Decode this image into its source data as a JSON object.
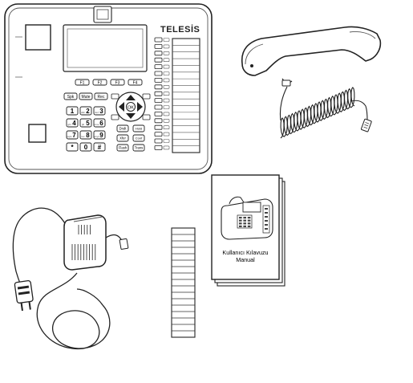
{
  "phone": {
    "brand": "TELESİS",
    "function_keys": [
      "F1",
      "F2",
      "F3",
      "F4"
    ],
    "left_keys": [
      "Spk",
      "Mute",
      "Rec"
    ],
    "keypad": [
      {
        "digit": "1",
        "letters": ""
      },
      {
        "digit": "2",
        "letters": "abc"
      },
      {
        "digit": "3",
        "letters": "def"
      },
      {
        "digit": "4",
        "letters": "ghi"
      },
      {
        "digit": "5",
        "letters": "jkl"
      },
      {
        "digit": "6",
        "letters": "mno"
      },
      {
        "digit": "7",
        "letters": "pqrs"
      },
      {
        "digit": "8",
        "letters": "tuv"
      },
      {
        "digit": "9",
        "letters": "wxyz"
      },
      {
        "digit": "*",
        "letters": ""
      },
      {
        "digit": "0",
        "letters": ""
      },
      {
        "digit": "#",
        "letters": ""
      }
    ],
    "right_keys": [
      "Dndt",
      "Xfer",
      "Flash",
      "Trans"
    ],
    "small_right_keys": [
      "Hold",
      "Conf"
    ],
    "nav_center": "OK"
  },
  "manual": {
    "title_line1": "Kullanıcı Kılavuzu",
    "title_line2": "Manual"
  }
}
